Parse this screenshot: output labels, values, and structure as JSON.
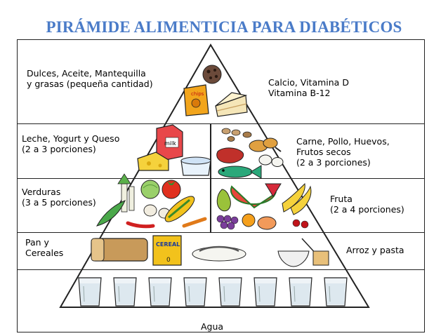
{
  "title": "PIRÁMIDE ALIMENTICIA PARA DIABÉTICOS",
  "tiers": {
    "top_left": "Dulces, Aceite, Mantequilla\ny grasas (pequeña cantidad)",
    "top_right": "Calcio, Vitamina D\nVitamina B-12",
    "dairy": "Leche, Yogurt y Queso\n(2 a 3 porciones)",
    "protein": "Carne, Pollo, Huevos,\nFrutos secos\n(2 a 3 porciones)",
    "vegetables": "Verduras\n(3 a 5 porciones)",
    "fruit": "Fruta\n(2 a 4 porciones)",
    "grains": "Pan y\nCereales",
    "rice_pasta": "Arroz y pasta",
    "water": "Agua"
  },
  "food_text": {
    "chips": "chips",
    "milk_carton": "milk",
    "cereal_box": "CEREAL",
    "cereal_small": "0"
  },
  "colors": {
    "title": "#4a7bc8",
    "outline": "#222222",
    "chips": "#f2a51c",
    "cereal": "#f2c21c",
    "tomato": "#e0301e",
    "pepper": "#3a9a3a",
    "grapes": "#7a3e9a",
    "pear": "#9ac23a",
    "watermelon": "#e8453c",
    "banana": "#f5d23c",
    "fish": "#2aa87a",
    "bread": "#c89a5a"
  }
}
